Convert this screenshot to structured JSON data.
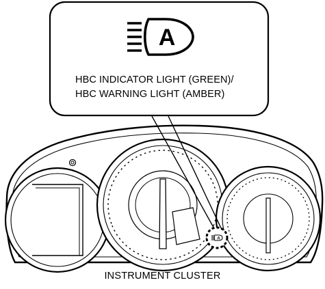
{
  "callout": {
    "label_line1": "HBC INDICATOR LIGHT (GREEN)/",
    "label_line2": "HBC WARNING LIGHT (AMBER)",
    "icon": "high-beam-control-auto-icon",
    "icon_letter": "A"
  },
  "cluster_caption": "INSTRUMENT CLUSTER"
}
